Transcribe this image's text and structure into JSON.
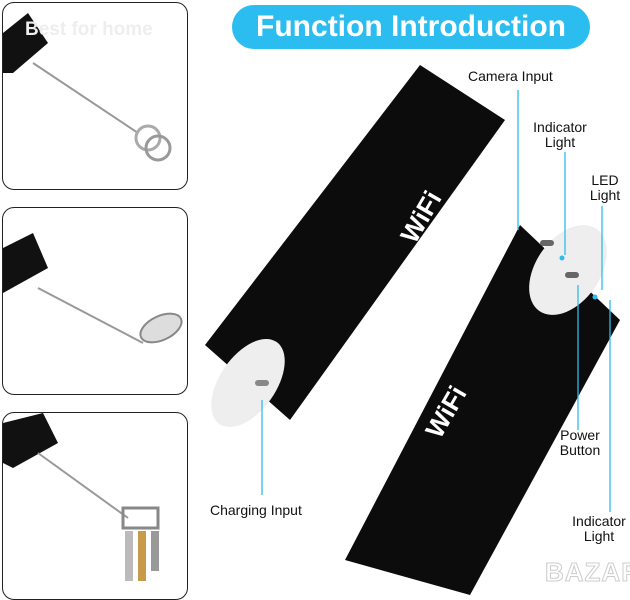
{
  "watermark": "Best for home",
  "title": "Function Introduction",
  "accent": "#2bbcf0",
  "labels": {
    "camera_input": "Camera Input",
    "indicator_light_top": "Indicator Light",
    "led_light": "LED Light",
    "charging_input": "Charging Input",
    "power_button": "Power Button",
    "indicator_light_bottom": "Indicator Light"
  },
  "device_logo": "WiFi",
  "corner_watermark": "BAZAR"
}
